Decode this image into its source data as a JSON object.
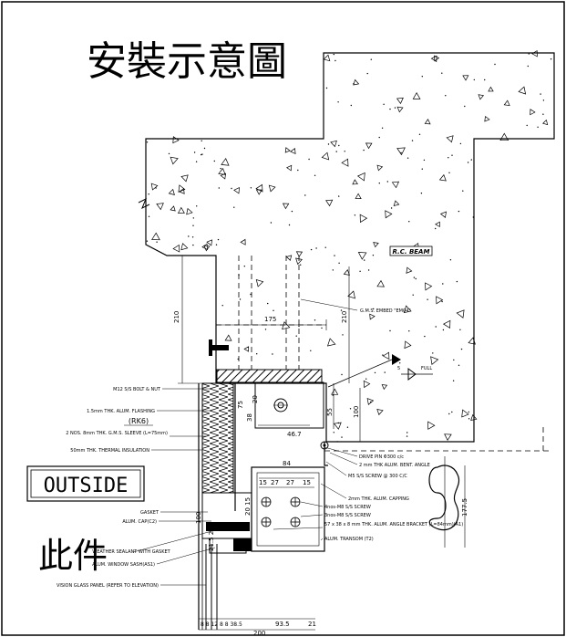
{
  "title": "安裝示意圖",
  "piece_label": "此件",
  "outside_label": "OUTSIDE",
  "beam_label": "R.C. BEAM",
  "embed_label": "G.M.S. EMBED \"EM04\"",
  "weld_label": "FULL",
  "weld_size": "5",
  "rk_label": "(RK6)",
  "left_notes": [
    "M12 S/S BOLT & NUT",
    "1.5mm THK. ALUM. FLASHING",
    "2 NOS. 8mm THK. G.M.S. SLEEVE (L=75mm)",
    "50mm THK. THERMAL INSULATION",
    "GASKET",
    "ALUM. CAP(C2)",
    "WEATHER SEALANT WITH GASKET",
    "ALUM. WINDOW SASH(AS1)",
    "VISION GLASS PANEL (REFER TO ELEVATION)"
  ],
  "right_notes": [
    "DRIVE PIN Φ300 c/c",
    "2 mm THK ALUM. BENT. ANGLE",
    "M5 S/S SCREW @ 300 C/C",
    "2mm THK. ALUM. CAPPING",
    "4nos-M8 S/S SCREW",
    "3nos-M8 S/S SCREW",
    "57 x 38 x 8 mm THK. ALUM. ANGLE BRACKET (L=84mm)(A1)",
    "ALUM. TRANSOM (T2)"
  ],
  "dims": {
    "d210_left": "210",
    "d210_right": "210",
    "d175": "175",
    "d20": "20",
    "d38": "38",
    "d75": "75",
    "d55": "55",
    "d100": "100",
    "d46_7": "46.7",
    "d84": "84",
    "d15a": "15",
    "d27a": "27",
    "d27b": "27",
    "d15b": "15",
    "d177_5": "177.5",
    "d20_15": "20 15",
    "d100_left": "100",
    "d21_5_21": "21.5 21",
    "bottom_dims": "8 8 12 8 8 38.5",
    "d93_5": "93.5",
    "d21": "21",
    "d200": "200"
  }
}
